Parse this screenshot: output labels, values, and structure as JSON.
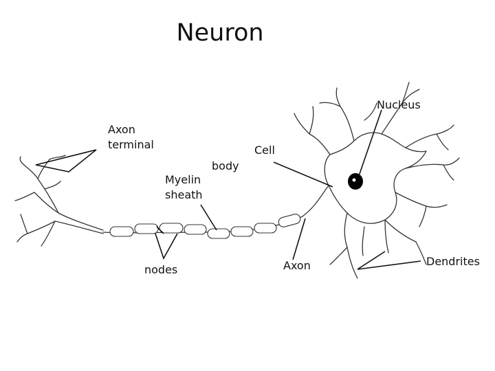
{
  "title": "Neuron",
  "labels": {
    "axon_terminal": "Axon\nterminal",
    "cell": "Cell",
    "body": "body",
    "myelin_sheath": "Myelin\nsheath",
    "nucleus": "Nucleus",
    "nodes": "nodes",
    "axon": "Axon",
    "dendrites": "Dendrites"
  },
  "colors": {
    "line": "#111111",
    "nucleus": "#000000",
    "background": "#ffffff"
  }
}
